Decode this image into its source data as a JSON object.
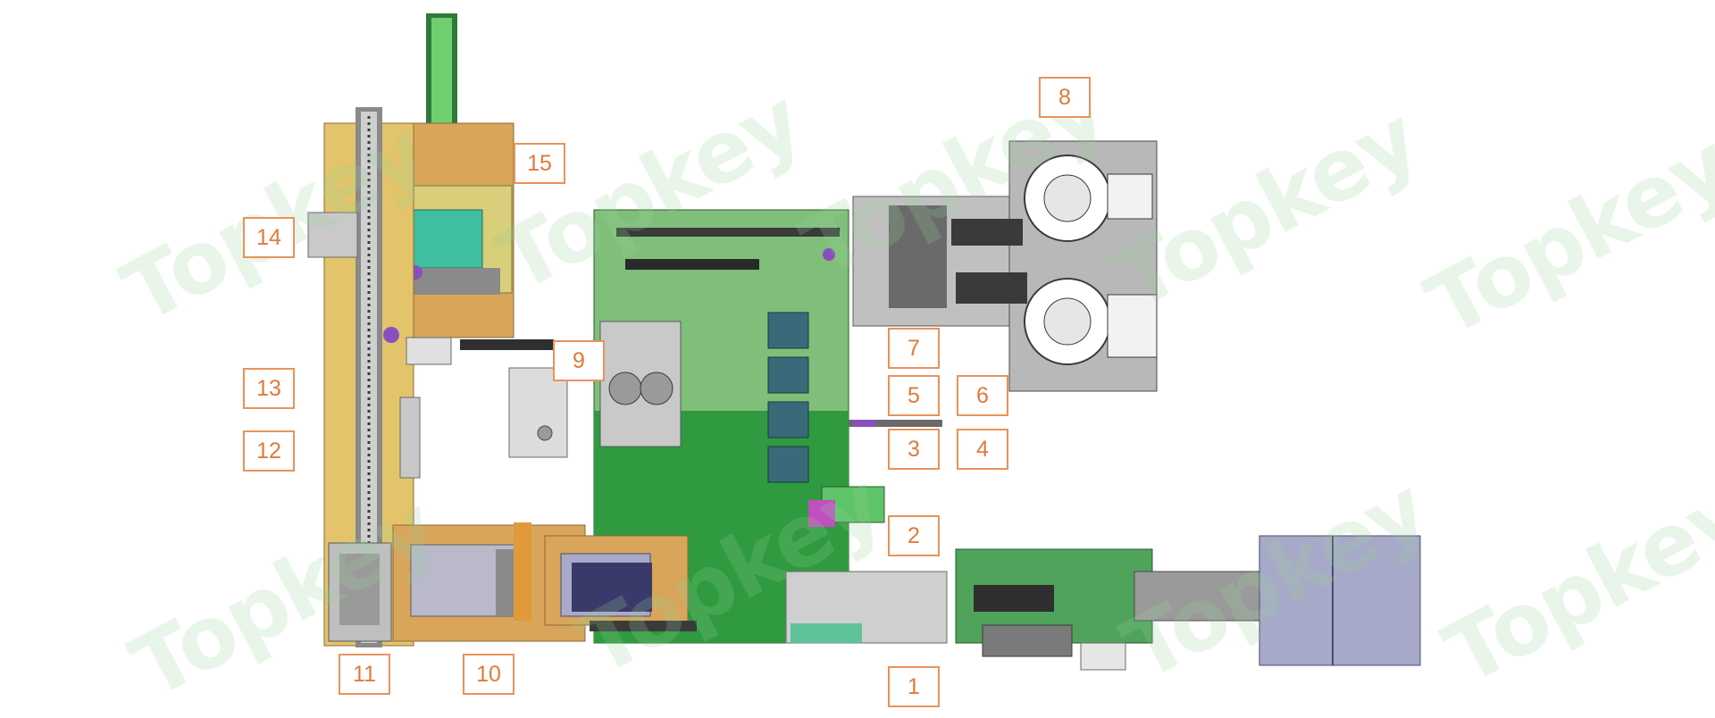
{
  "watermark": {
    "text": "Topkey",
    "color": "#9fd59f"
  },
  "callouts": [
    "1",
    "2",
    "3",
    "4",
    "5",
    "6",
    "7",
    "8",
    "9",
    "10",
    "11",
    "12",
    "13",
    "14",
    "15"
  ],
  "colors": {
    "callout_border": "#e8935a",
    "callout_text": "#e07a3a",
    "frame_tan": "#d8a55a",
    "frame_yellow": "#e3c46a",
    "base_green": "#2f9a3f",
    "light_green": "#7fbf7a",
    "machine_gray": "#b8b8b8",
    "bin_blue": "#a7a9c8"
  }
}
